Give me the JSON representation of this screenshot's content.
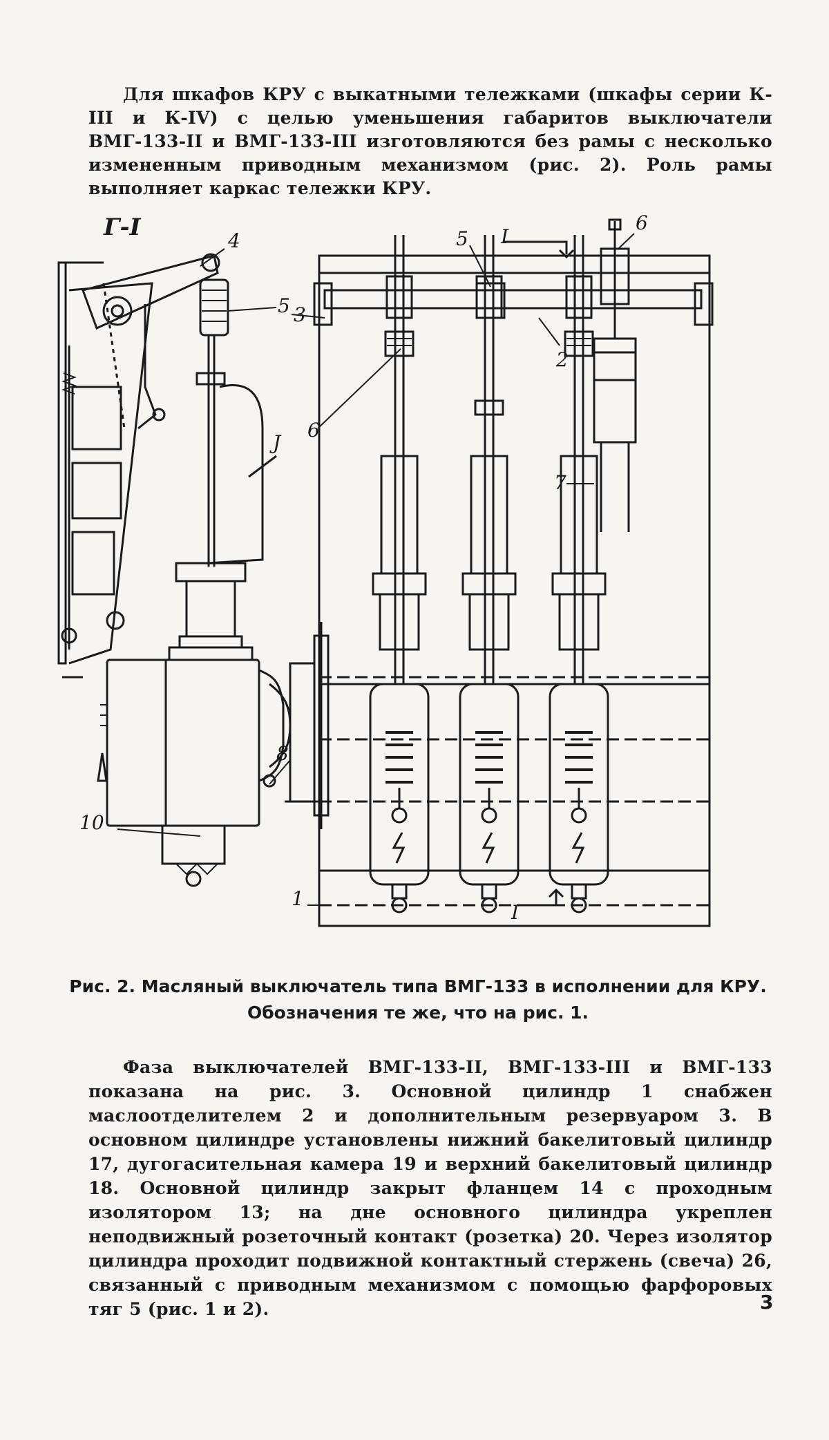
{
  "paragraphs": [
    "Для шкафов КРУ с выкатными тележками (шкафы серии К-III и К-IV) с целью уменьшения габаритов выключатели ВМГ-133-II и ВМГ-133-III изготовляются без рамы с несколько измененным приводным механизмом (рис. 2). Роль рамы выполняет каркас тележки КРУ.",
    "Фаза выключателей ВМГ-133-II, ВМГ-133-III и ВМГ-133 показана на рис. 3. Основной цилиндр 1 снабжен маслоотделителем 2 и дополнительным резервуаром 3. В основном цилиндре установлены нижний бакелитовый цилиндр 17, дугогасительная камера 19 и верхний бакелитовый цилиндр 18. Основной цилиндр закрыт фланцем 14 с проходным изолятором 13; на дне основного цилиндра укреплен неподвижный розеточный контакт (розетка) 20. Через изолятор цилиндра проходит подвижной контактный стержень (свеча) 26, связанный с приводным механизмом с помощью фарфоровых тяг 5 (рис. 1 и 2)."
  ],
  "figure": {
    "section_title": "Г-I",
    "section_mark": "I",
    "labels": {
      "l1": "1",
      "l2": "2",
      "l3": "3",
      "l4": "4",
      "l5_left": "5",
      "l5_right": "5",
      "l6_top": "6",
      "l6_mid": "6",
      "l7": "7",
      "l8": "8",
      "l10": "10",
      "mark_j": "J"
    }
  },
  "caption": {
    "line1": "Рис. 2. Масляный выключатель типа ВМГ-133 в исполнении для КРУ.",
    "line2": "Обозначения те же, что на рис. 1."
  },
  "page_number": "3"
}
